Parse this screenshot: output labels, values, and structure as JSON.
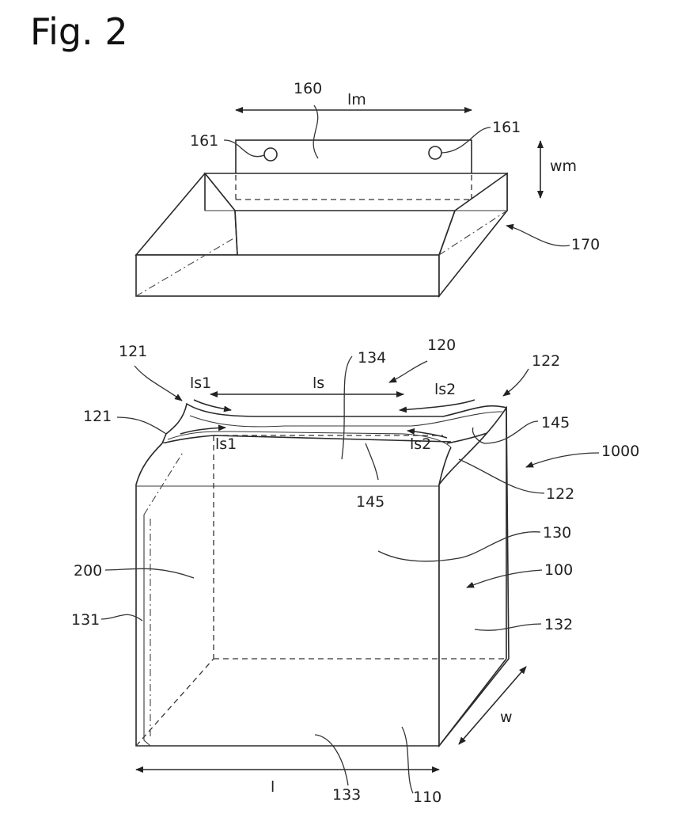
{
  "figure": {
    "title": "Fig. 2",
    "labels": {
      "l160": "160",
      "lm": "lm",
      "l161_left": "161",
      "l161_right": "161",
      "wm": "wm",
      "l170": "170",
      "l121_top": "121",
      "ls1_top": "ls1",
      "ls": "ls",
      "l134": "134",
      "l120": "120",
      "ls2_top": "ls2",
      "l122_top": "122",
      "l121_bottom": "121",
      "ls1_bottom": "ls1",
      "ls2_bottom": "ls2",
      "l145_right": "145",
      "l1000": "1000",
      "l145_center": "145",
      "l122_bottom": "122",
      "l130": "130",
      "l200": "200",
      "l100": "100",
      "l131": "131",
      "l132": "132",
      "w": "w",
      "l": "l",
      "l133": "133",
      "l110": "110"
    }
  }
}
